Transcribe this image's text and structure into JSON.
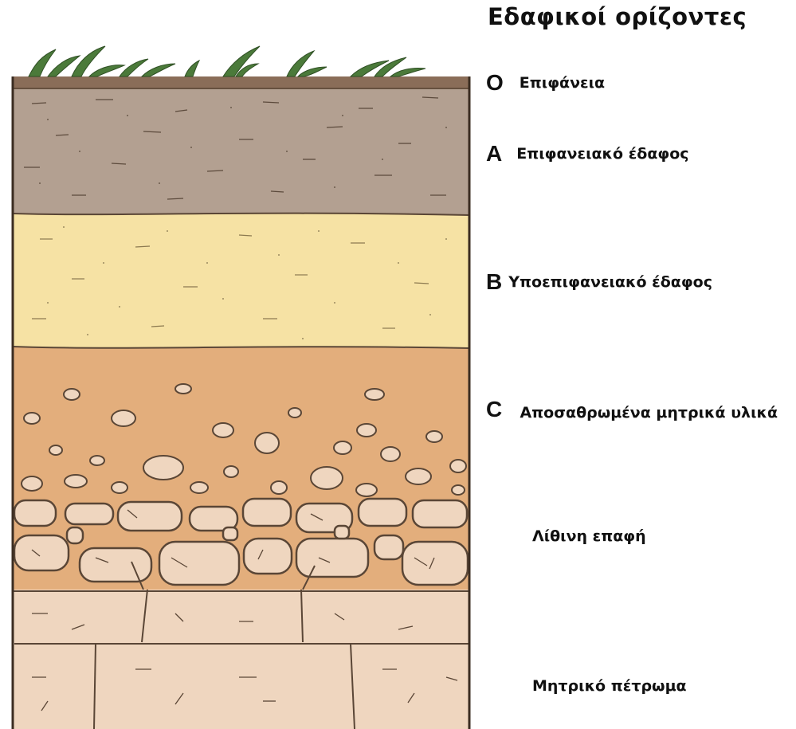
{
  "title": "Εδαφικοί ορίζοντες",
  "horizons": [
    {
      "letter": "O",
      "name": "Επιφάνεια",
      "color": "#8a6d58"
    },
    {
      "letter": "A",
      "name": "Επιφανειακό έδαφος",
      "color": "#b3a091"
    },
    {
      "letter": "B",
      "name": "Υποεπιφανειακό έδαφος",
      "color": "#f6e2a4"
    },
    {
      "letter": "C",
      "name": "Αποσαθρωμένα μητρικά υλικά",
      "color": "#e3ae7c"
    }
  ],
  "lithic_contact": {
    "label": "Λίθινη επαφή"
  },
  "bedrock": {
    "label": "Μητρικό πέτρωμα",
    "color": "#efd6bf"
  }
}
